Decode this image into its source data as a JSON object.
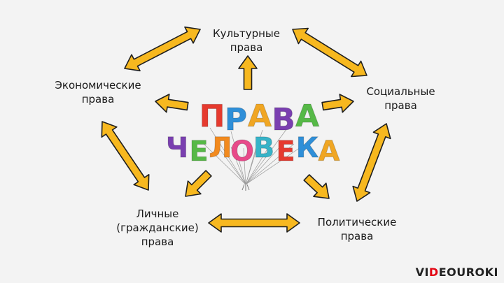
{
  "center_title": {
    "line1": "ПРАВА",
    "line2": "ЧЕЛОВЕКА",
    "letter_colors": [
      "#e63a2e",
      "#2f8fd8",
      "#f0a623",
      "#7a3fb0",
      "#56b947",
      "#f28a1e",
      "#e84a8a",
      "#37b3c8"
    ]
  },
  "nodes": {
    "cultural": {
      "line1": "Культурные",
      "line2": "права"
    },
    "social": {
      "line1": "Социальные",
      "line2": "права"
    },
    "economic": {
      "line1": "Экономические",
      "line2": "права"
    },
    "personal": {
      "line1": "Личные",
      "line2": "(гражданские)",
      "line3": "права"
    },
    "political": {
      "line1": "Политические",
      "line2": "права"
    }
  },
  "colors": {
    "arrow_fill": "#f7b81f",
    "arrow_stroke": "#1f1f1f",
    "background": "#f3f3f3"
  },
  "brand": {
    "part1": "VI",
    "accent": "D",
    "part2": "EOUROKI"
  }
}
